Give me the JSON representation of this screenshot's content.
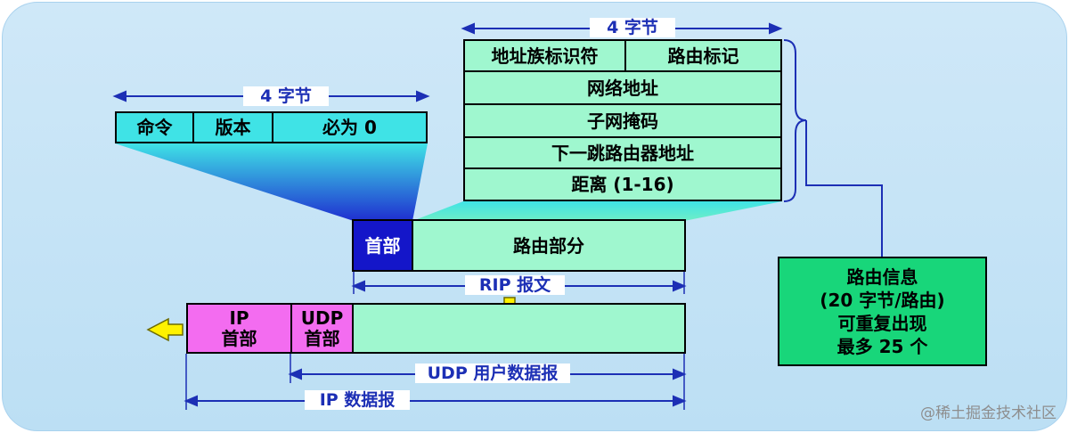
{
  "header_fields": {
    "width_label": "4 字节",
    "command": "命令",
    "version": "版本",
    "must_zero": "必为 0"
  },
  "route_entry": {
    "width_label": "4 字节",
    "family": "地址族标识符",
    "tag": "路由标记",
    "network": "网络地址",
    "mask": "子网掩码",
    "next_hop": "下一跳路由器地址",
    "distance": "距离 (1-16)"
  },
  "rip_message": {
    "header": "首部",
    "routing": "路由部分",
    "label": "RIP 报文"
  },
  "packet": {
    "ip_header": "IP\n首部",
    "udp_header": "UDP\n首部",
    "udp_label": "UDP 用户数据报",
    "ip_label": "IP 数据报"
  },
  "route_info": "路由信息\n(20 字节/路由)\n可重复出现\n最多 25 个",
  "watermark": "@稀土掘金技术社区",
  "colors": {
    "cyan": "#3fe3e6",
    "mint": "#9ff7cf",
    "header_blue": "#1416c9",
    "magenta": "#f36cf0",
    "green": "#18d67a",
    "arrow_blue": "#1c2fb5",
    "yellow": "#fff200"
  }
}
